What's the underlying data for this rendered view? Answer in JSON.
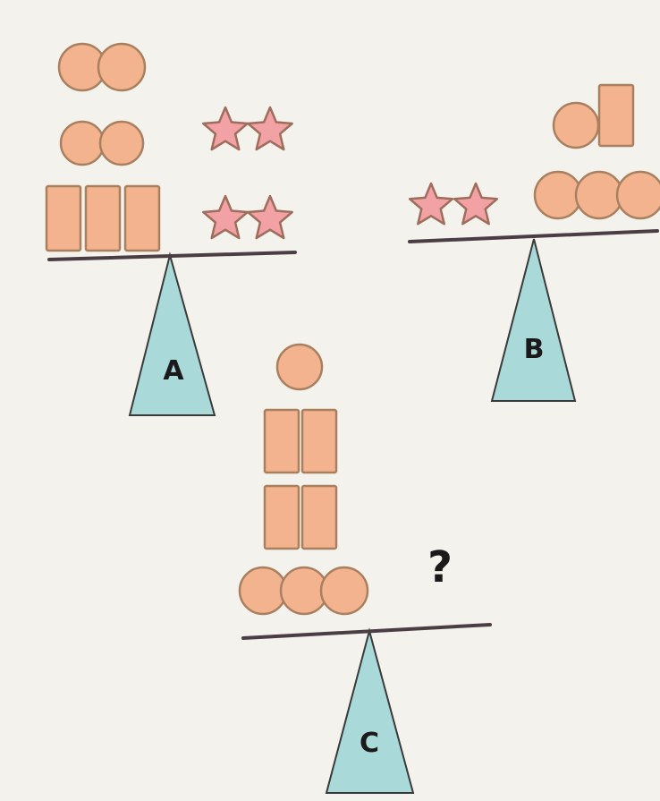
{
  "colors": {
    "background": "#f4f2ec",
    "shape_fill": "#f3b38f",
    "shape_stroke": "#a9805f",
    "star_fill": "#f2a2a5",
    "star_stroke": "#9e6d5c",
    "triangle_fill": "#a9d9d9",
    "triangle_stroke": "#3a3a3a",
    "beam": "#4a3e44"
  },
  "scales": [
    {
      "id": "A",
      "label": "A",
      "left_pan": {
        "circle": 4,
        "square": 3
      },
      "right_pan": {
        "star": 4
      }
    },
    {
      "id": "B",
      "label": "B",
      "left_pan": {
        "star": 2
      },
      "right_pan": {
        "circle": 4,
        "square": 1
      }
    },
    {
      "id": "C",
      "label": "C",
      "left_pan": {
        "circle": 4,
        "square": 4
      },
      "right_pan": {
        "unknown": "?"
      }
    }
  ]
}
